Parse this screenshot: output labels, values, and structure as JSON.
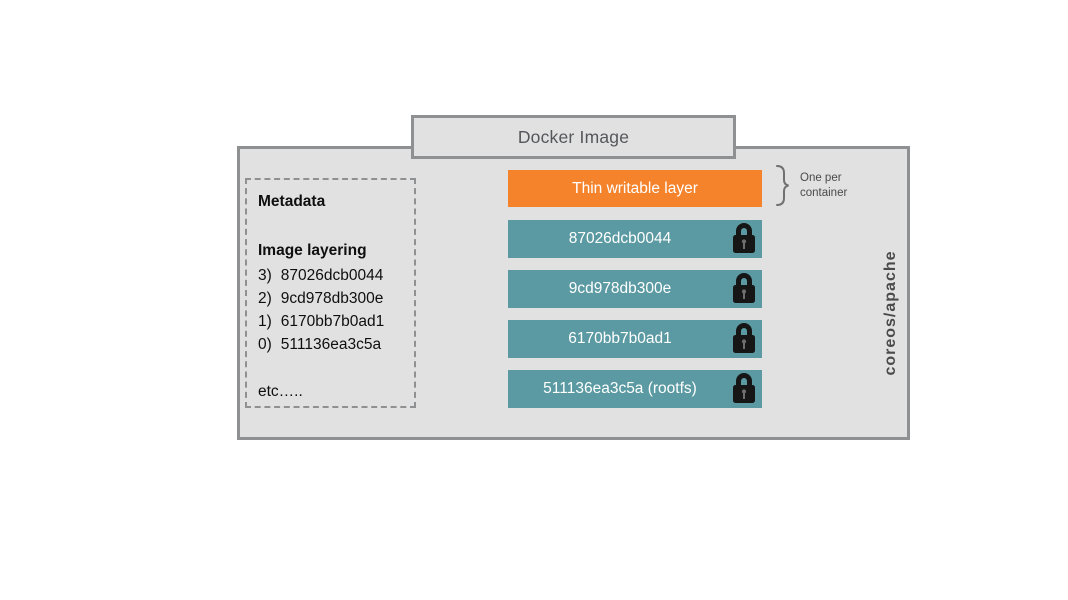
{
  "colors": {
    "writable_layer": "#f5832c",
    "readonly_layer": "#5b9aa2",
    "panel_background": "#e1e1e1",
    "panel_border": "#8f9092",
    "lock": "#161616"
  },
  "diagram": {
    "title": "Docker Image",
    "metadata_panel": {
      "heading": "Metadata",
      "subheading": "Image layering",
      "entries": [
        {
          "index": "3)",
          "id": "87026dcb0044"
        },
        {
          "index": "2)",
          "id": "9cd978db300e"
        },
        {
          "index": "1)",
          "id": "6170bb7b0ad1"
        },
        {
          "index": "0)",
          "id": "511136ea3c5a"
        }
      ],
      "footer": "etc….."
    },
    "layer_stack": {
      "writable": {
        "label": "Thin writable layer"
      },
      "readonly": [
        {
          "label": "87026dcb0044"
        },
        {
          "label": "9cd978db300e"
        },
        {
          "label": "6170bb7b0ad1"
        },
        {
          "label": "511136ea3c5a (rootfs)"
        }
      ]
    },
    "annotation": {
      "line1": "One per",
      "line2": "container"
    },
    "side_label": "coreos/apache"
  }
}
